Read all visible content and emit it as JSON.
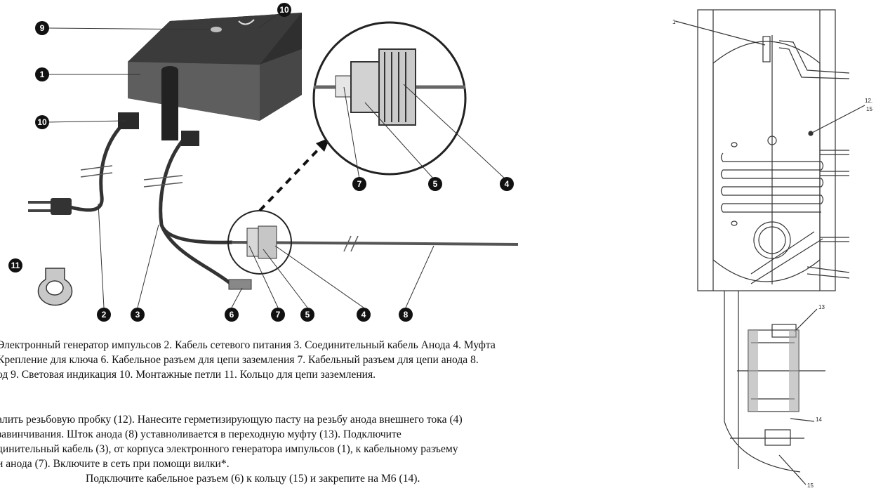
{
  "left_figure": {
    "callouts": [
      "9",
      "10",
      "1",
      "10",
      "11",
      "2",
      "3",
      "6",
      "7",
      "5",
      "4",
      "8",
      "7",
      "5",
      "4"
    ]
  },
  "right_figure": {
    "labels": [
      "1",
      "12.",
      "15",
      "13",
      "14",
      "15"
    ]
  },
  "text": {
    "legend_lines": [
      "Электронный генератор импульсов 2. Кабель сетевого питания 3. Соединительный кабель Анода 4. Муфта",
      "Крепление для ключа 6. Кабельное разъем для цепи заземления 7. Кабельный разъем для цепи анода 8.",
      "од 9. Световая индикация 10. Монтажные петли 11. Кольцо для цепи заземления."
    ],
    "instruction_lines": [
      "алить резьбовую пробку (12). Нанесите герметизирующую пасту на резьбу анода внешнего тока (4)",
      "завинчивания. Шток анода (8) уставноливается в переходную муфту (13). Подключите",
      "динительный кабель (3), от корпуса электронного генератора импульсов (1), к кабельному разъему",
      "и анода (7). Включите в сеть при помощи вилки*.",
      "Подключите кабельное разъем (6) к кольцу (15) и закрепите на М6 (14)."
    ]
  },
  "colors": {
    "box_dark": "#4a4a4a",
    "box_top": "#3a3a3a",
    "callout_fill": "#111111",
    "ring_fill": "#c8c8c8",
    "line": "#222222"
  }
}
